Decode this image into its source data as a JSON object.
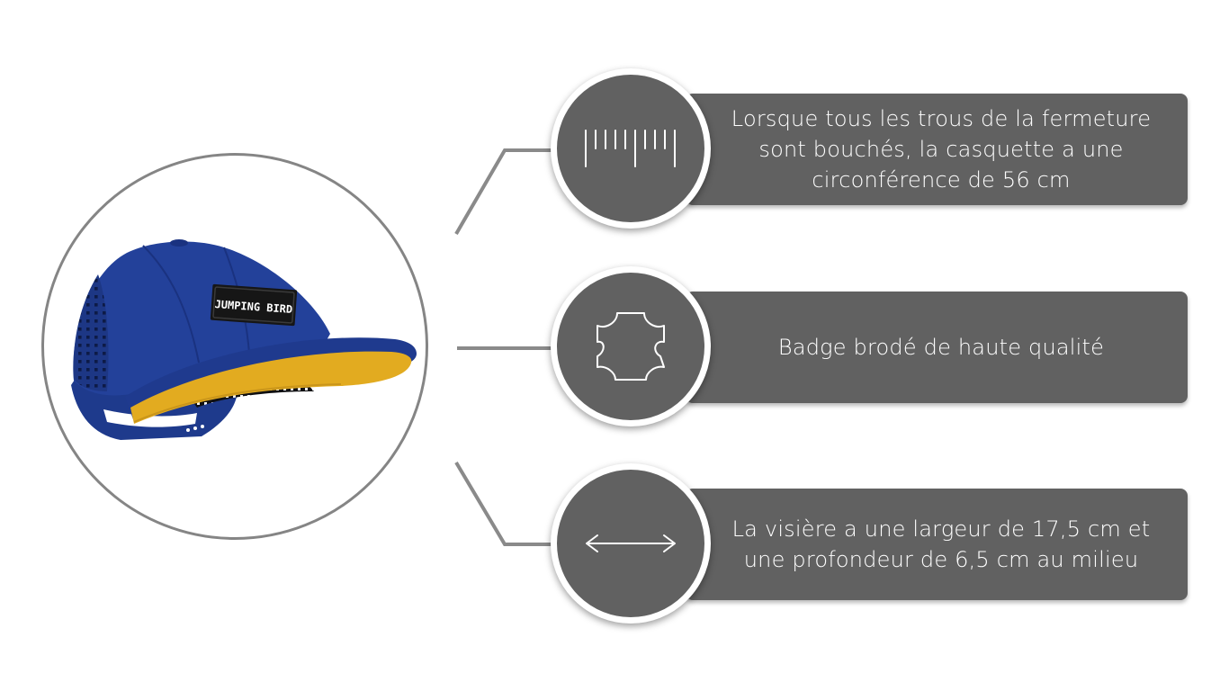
{
  "product": {
    "badge_text": "JUMPING BIRD",
    "colors": {
      "crown": "#23419a",
      "visor_under": "#e2ab20",
      "badge": "#161616",
      "ring": "#858585"
    }
  },
  "features": [
    {
      "icon": "ruler-icon",
      "text": "Lorsque tous les trous de la fermeture sont bouchés, la casquette a une circonférence de 56 cm"
    },
    {
      "icon": "embroidered-badge-icon",
      "text": "Badge brodé de haute qualité"
    },
    {
      "icon": "double-arrow-icon",
      "text": "La visière a une largeur de 17,5 cm et une profondeur de 6,5 cm au milieu"
    }
  ],
  "colors": {
    "panel": "#616161",
    "panel_text": "#ffffff",
    "connector": "#8a8a8a"
  }
}
